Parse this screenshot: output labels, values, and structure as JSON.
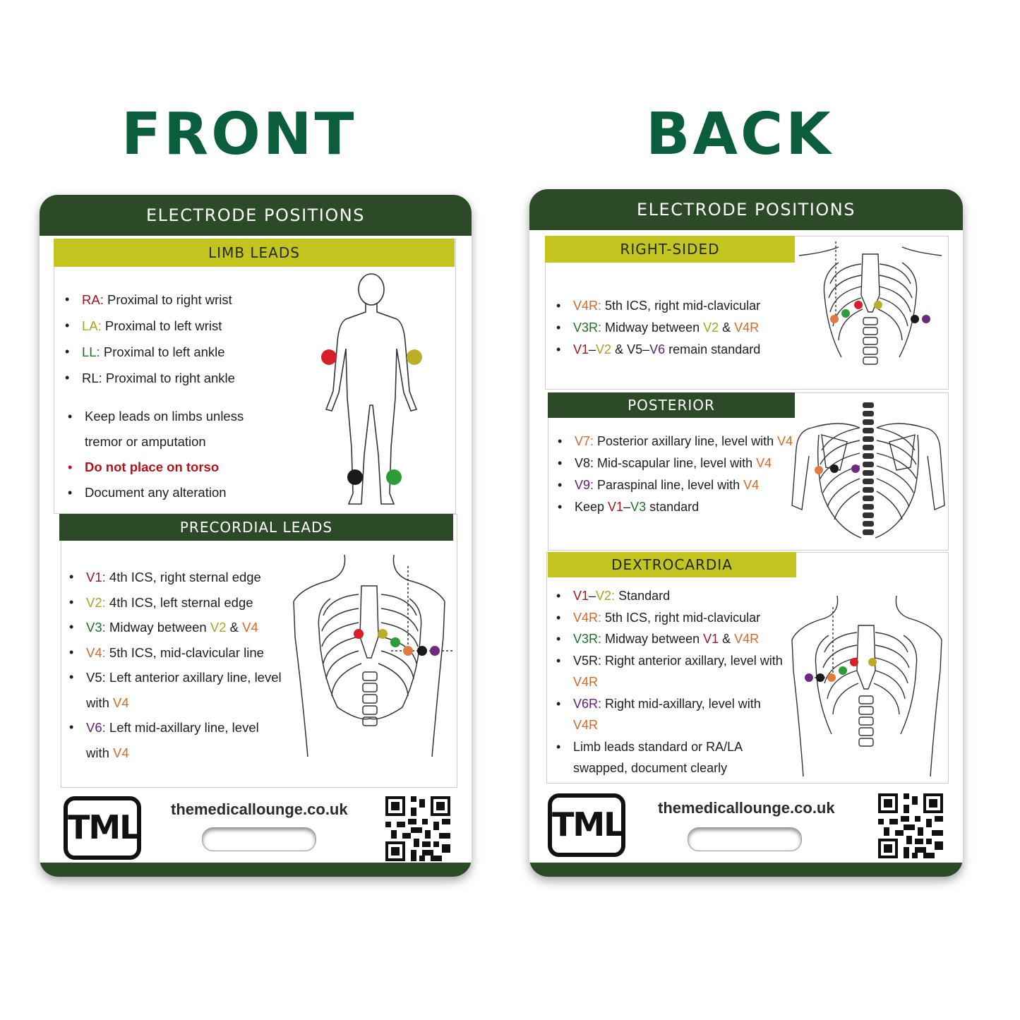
{
  "titles": {
    "front": "FRONT",
    "back": "BACK"
  },
  "colors": {
    "brand_green": "#2d4a28",
    "title_green": "#0b5e3d",
    "accent_yellow": "#c3c41f",
    "ra_red": "#d5202a",
    "la_yellow": "#b9ad2a",
    "ll_green": "#2c9b3a",
    "rl_black": "#1a1a1a",
    "v4_orange": "#e07b45",
    "v6_purple": "#6e2a80"
  },
  "front": {
    "header": "ELECTRODE POSITIONS",
    "limb_title": "LIMB LEADS",
    "limb": [
      {
        "code": "RA:",
        "text": " Proximal to right wrist"
      },
      {
        "code": "LA:",
        "text": " Proximal to left wrist"
      },
      {
        "code": "LL:",
        "text": " Proximal to left ankle"
      },
      {
        "code": "RL:",
        "text": " Proximal to right ankle"
      }
    ],
    "notes": {
      "n1": "Keep leads on limbs unless tremor or amputation",
      "n2": "Do not place on torso",
      "n3": "Document any alteration"
    },
    "precordial_title": "PRECORDIAL LEADS",
    "prec": {
      "v1": {
        "code": "V1:",
        "text": " 4th ICS, right sternal edge"
      },
      "v2": {
        "code": "V2:",
        "text": " 4th ICS, left sternal edge"
      },
      "v3": {
        "code": "V3:",
        "text": " Midway between ",
        "a": "V2",
        "amp": " & ",
        "b": "V4"
      },
      "v4": {
        "code": "V4:",
        "text": " 5th ICS, mid-clavicular line"
      },
      "v5": {
        "code": "V5:",
        "text": " Left anterior axillary line, level with ",
        "ref": "V4"
      },
      "v6": {
        "code": "V6:",
        "text": " Left mid-axillary line, level with ",
        "ref": "V4"
      }
    },
    "site": "themedicallounge.co.uk",
    "logo": "TML"
  },
  "back": {
    "header": "ELECTRODE POSITIONS",
    "right_title": "RIGHT-SIDED",
    "right": {
      "a": {
        "code": "V4R:",
        "text": " 5th ICS, right mid-clavicular"
      },
      "b": {
        "code": "V3R:",
        "text": " Midway between ",
        "x": "V2",
        "amp": " & ",
        "y": "V4R"
      },
      "c": {
        "p1": "V1",
        "dash1": "–",
        "p2": "V2",
        "mid": " & V5–",
        "p3": "V6",
        "end": " remain standard"
      }
    },
    "post_title": "POSTERIOR",
    "post": {
      "a": {
        "code": "V7:",
        "text": " Posterior axillary line, level with ",
        "ref": "V4"
      },
      "b": {
        "code": "V8:",
        "text": " Mid-scapular line, level with ",
        "ref": "V4"
      },
      "c": {
        "code": "V9:",
        "text": " Paraspinal line, level with ",
        "ref": "V4"
      },
      "d": {
        "pre": "Keep ",
        "p1": "V1",
        "dash": "–",
        "p2": "V3",
        "post": " standard"
      }
    },
    "dextro_title": "DEXTROCARDIA",
    "dextro": {
      "a": {
        "p1": "V1",
        "dash": "–",
        "p2": "V2:",
        "text": " Standard"
      },
      "b": {
        "code": "V4R:",
        "text": " 5th ICS, right mid-clavicular"
      },
      "c": {
        "code": "V3R:",
        "text": " Midway between ",
        "x": "V1",
        "amp": " & ",
        "y": "V4R"
      },
      "d": {
        "text": "V5R: Right anterior axillary, level with ",
        "ref": "V4R"
      },
      "e": {
        "code": "V6R:",
        "text": " Right mid-axillary, level with ",
        "ref": "V4R"
      },
      "f": {
        "text": "Limb leads standard or RA/LA swapped, document clearly"
      }
    },
    "site": "themedicallounge.co.uk",
    "logo": "TML"
  }
}
